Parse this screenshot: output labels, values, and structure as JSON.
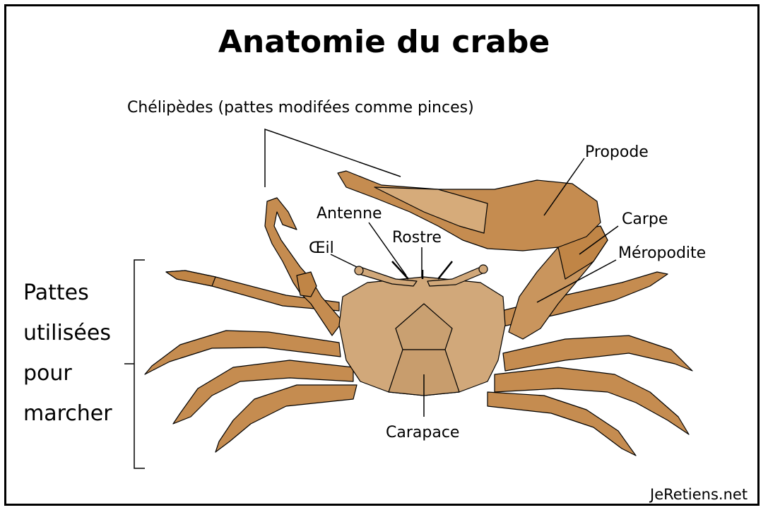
{
  "title": "Anatomie du crabe",
  "labels": {
    "chelipedes": "Chélipèdes (pattes modifées comme pinces)",
    "propode": "Propode",
    "carpe": "Carpe",
    "meropodite": "Méropodite",
    "antenne": "Antenne",
    "rostre": "Rostre",
    "oeil": "Œil",
    "carapace": "Carapace"
  },
  "walking_legs": [
    "Pattes",
    "utilisées",
    "pour",
    "marcher"
  ],
  "credit": "JeRetiens.net",
  "colors": {
    "leg": "#c58c50",
    "carapace": "#d1a87a",
    "claw": "#c9955d",
    "outline": "#000000"
  }
}
